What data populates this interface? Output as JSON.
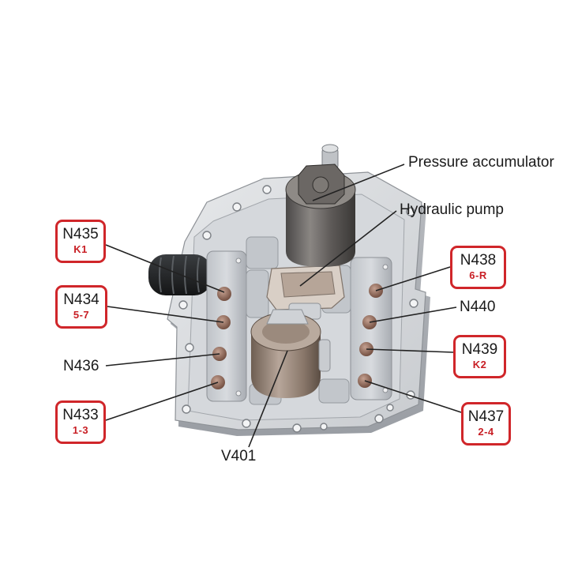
{
  "colors": {
    "callout_border": "#d0262a",
    "callout_sub_text": "#c81e24",
    "label_text": "#1a1a1a",
    "leader_line": "#222222"
  },
  "labels": {
    "pressure_accumulator": "Pressure accumulator",
    "hydraulic_pump": "Hydraulic pump",
    "n440": "N440",
    "n436": "N436",
    "v401": "V401"
  },
  "callouts": {
    "n435": {
      "code": "N435",
      "sub": "K1"
    },
    "n434": {
      "code": "N434",
      "sub": "5-7"
    },
    "n433": {
      "code": "N433",
      "sub": "1-3"
    },
    "n438": {
      "code": "N438",
      "sub": "6-R"
    },
    "n439": {
      "code": "N439",
      "sub": "K2"
    },
    "n437": {
      "code": "N437",
      "sub": "2-4"
    }
  }
}
